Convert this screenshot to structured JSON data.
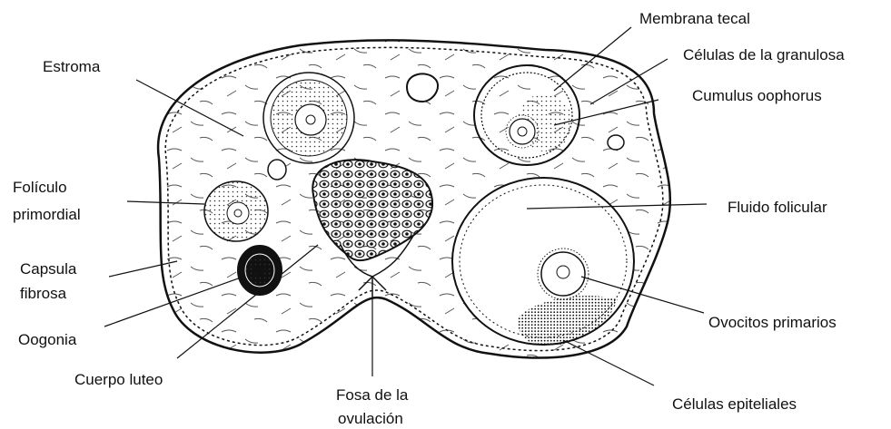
{
  "labels": {
    "estroma": "Estroma",
    "foliculo_primordial_1": "Folículo",
    "foliculo_primordial_2": "primordial",
    "capsula_fibrosa_1": "Capsula",
    "capsula_fibrosa_2": "fibrosa",
    "oogonia": "Oogonia",
    "cuerpo_luteo": "Cuerpo luteo",
    "fosa_ovulacion_1": "Fosa de la",
    "fosa_ovulacion_2": "ovulación",
    "membrana_tecal": "Membrana tecal",
    "celulas_granulosa": "Células de la granulosa",
    "cumulus_oophorus": "Cumulus oophorus",
    "fluido_folicular": "Fluido folicular",
    "ovocitos_primarios": "Ovocitos primarios",
    "celulas_epiteliales": "Células epiteliales"
  },
  "colors": {
    "ink": "#1a1a1a",
    "background": "#ffffff"
  }
}
